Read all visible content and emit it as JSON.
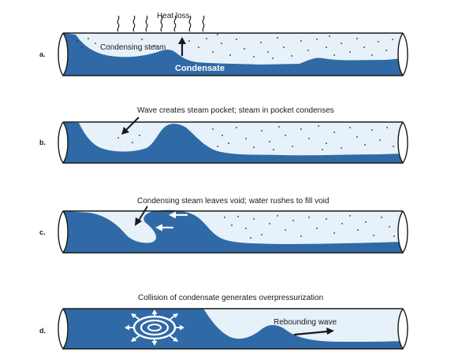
{
  "panels": [
    {
      "step": "a.",
      "caption": "Heat loss",
      "labels": {
        "steam": "Condensing steam",
        "water": "Condensate"
      }
    },
    {
      "step": "b.",
      "caption": "Wave creates steam pocket; steam in pocket condenses"
    },
    {
      "step": "c.",
      "caption": "Condensing steam leaves void; water rushes to fill void"
    },
    {
      "step": "d.",
      "caption": "Collision of condensate generates overpressurization",
      "labels": {
        "wave": "Rebounding wave"
      }
    }
  ],
  "colors": {
    "water": "#2f6aa6",
    "steam": "#e6f1fa",
    "outline": "#1a1a1a",
    "dots": "#2a2a2a"
  }
}
